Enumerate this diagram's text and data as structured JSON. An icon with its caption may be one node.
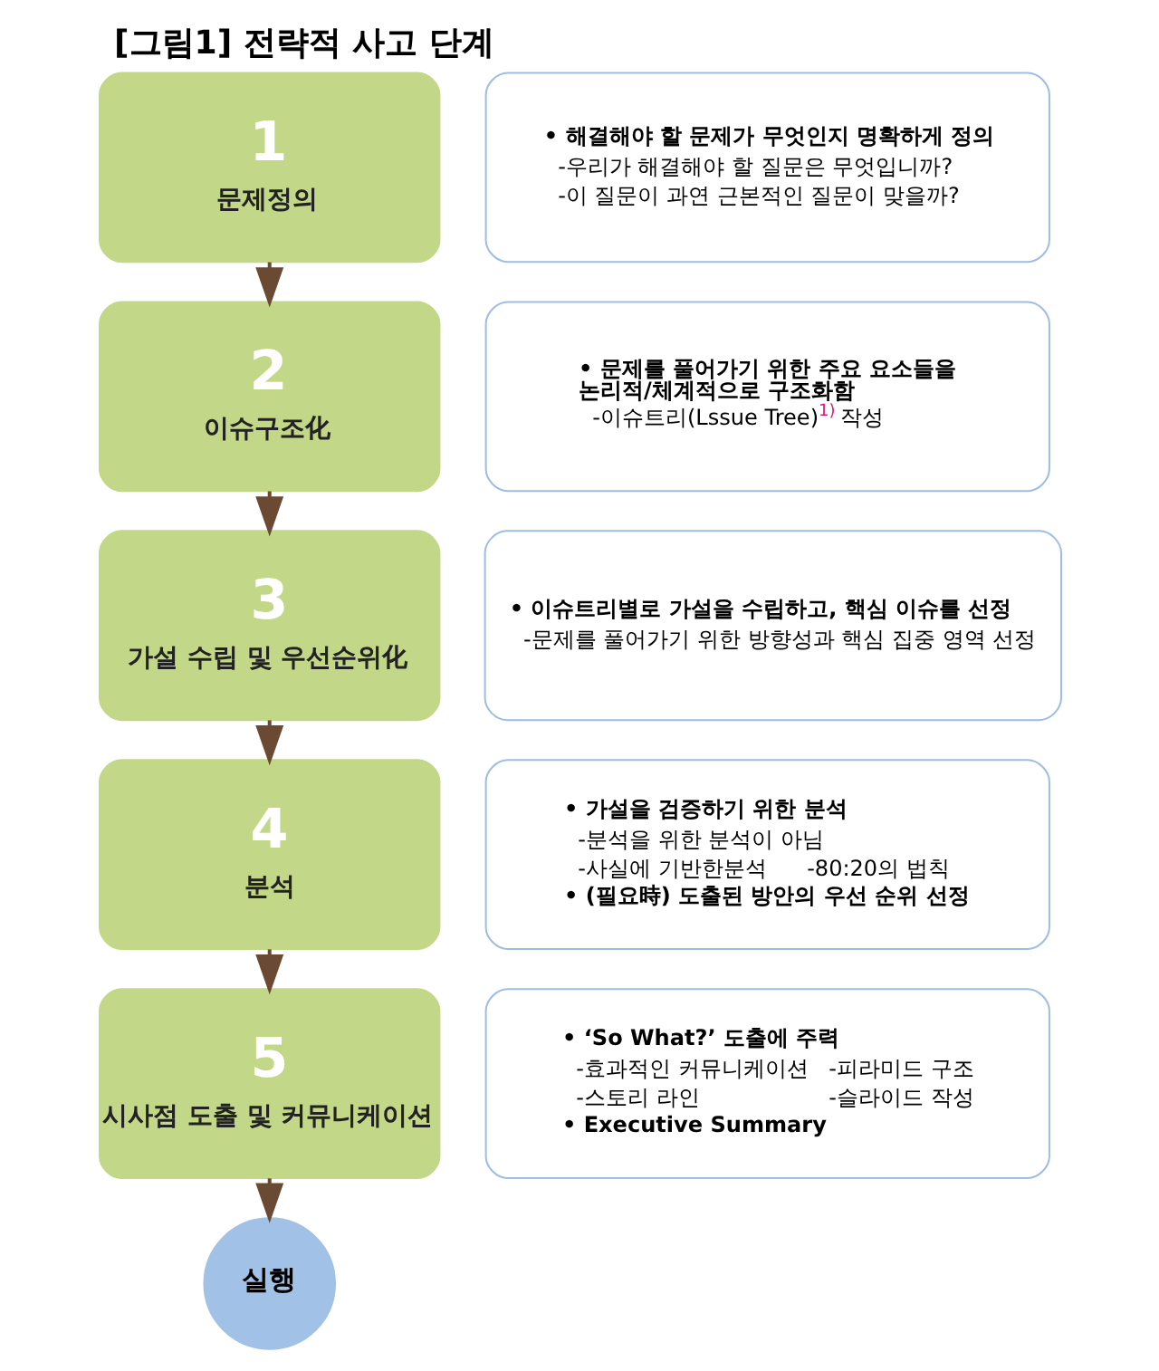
{
  "diagram": {
    "title": "[그림1] 전략적 사고 단계",
    "nodes": [
      {
        "text": [
          "1",
          "문제정의"
        ]
      },
      {
        "text": [
          "• 해결해야 할 문제가 무엇인지 명확하게 정의",
          "-우리가 해결해야 할 질문은 무엇입니까?",
          "-이 질문이 과연 근본적인 질문이 맞을까?"
        ]
      },
      {
        "text": [
          "2",
          "이슈구조化"
        ]
      },
      {
        "text": [
          "• 문제를 풀어가기 위한 주요 요소들을 논리적/체계적으로 구조화함",
          "-이슈트리(Lssue Tree)$^{1)}$ 작성"
        ]
      },
      {
        "text": [
          "3",
          "가설 수립 및 우선순위化"
        ]
      },
      {
        "text": [
          "• 이슈트리별로 가설을 수립하고, 핵심 이슈를 선정",
          "-문제를 풀어가기 위한 방향성과 핵심 집중 영역 선정"
        ]
      },
      {
        "text": [
          "4",
          "분석"
        ]
      },
      {
        "text": [
          "• 가설을 검증하기 위한 분석",
          "-분석을 위한 분석이 아님",
          "-사실에 기반한분석",
          "-80:20의 법칙",
          "• (필요時) 도출된 방안의 우선 순위 선정"
        ]
      },
      {
        "text": [
          "5",
          "시사점 도출 및 커뮤니케이션"
        ]
      },
      {
        "text": [
          "• ‘So What?’ 도출에 주력",
          "-효과적인 커뮤니케이션",
          "-피라미드 구조",
          "-스토리 라인",
          "-슬라이드 작성",
          "• Executive Summary"
        ]
      },
      {
        "text": [
          "실행"
        ]
      }
    ],
    "edges": [
      {
        "from": 0,
        "to": 2,
        "arrow": "to"
      },
      {
        "from": 2,
        "to": 4,
        "arrow": "to"
      },
      {
        "from": 4,
        "to": 6,
        "arrow": "to"
      },
      {
        "from": 6,
        "to": 8,
        "arrow": "to"
      },
      {
        "from": 8,
        "to": 10,
        "arrow": "to"
      }
    ]
  }
}
